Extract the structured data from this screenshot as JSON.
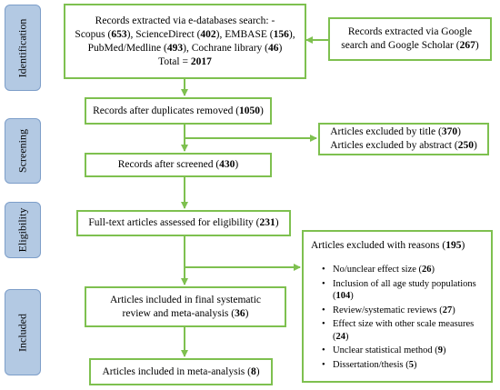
{
  "stages": {
    "identification": "Identification",
    "screening": "Screening",
    "eligibility": "Eligibility",
    "included": "Included"
  },
  "box_db": {
    "l1a": "Records extracted via e-databases search: -",
    "scopus": "Scopus (",
    "scopus_n": "653",
    "scopus_close": "), ",
    "sd": "ScienceDirect (",
    "sd_n": "402",
    "sd_close": "), ",
    "embase": "EMBASE (",
    "embase_n": "156",
    "embase_close": "),",
    "pubmed": "PubMed/Medline (",
    "pubmed_n": "493",
    "pubmed_close": "), ",
    "cochrane": "Cochrane library (",
    "cochrane_n": "46",
    "cochrane_close": ")",
    "total": "Total = ",
    "total_n": "2017"
  },
  "box_google": {
    "l1": "Records extracted via Google",
    "l2": "search and Google Scholar (",
    "n": "267",
    "close": ")"
  },
  "box_dup": {
    "text": "Records after duplicates removed (",
    "n": "1050",
    "close": ")"
  },
  "box_excl_title": {
    "l1": "Articles excluded by title (",
    "n1": "370",
    "c1": ")",
    "l2": "Articles excluded by abstract (",
    "n2": "250",
    "c2": ")"
  },
  "box_screened": {
    "text": "Records after screened (",
    "n": "430",
    "close": ")"
  },
  "box_fulltext": {
    "text": "Full-text articles assessed for eligibility (",
    "n": "231",
    "close": ")"
  },
  "box_reasons": {
    "title": "Articles excluded with reasons (",
    "n": "195",
    "close": ")",
    "items": [
      {
        "text": "No/unclear effect size (",
        "n": "26",
        "close": ")"
      },
      {
        "text": "Inclusion of all age study populations (",
        "n": "104",
        "close": ")"
      },
      {
        "text": "Review/systematic reviews (",
        "n": "27",
        "close": ")"
      },
      {
        "text": "Effect size with other scale measures (",
        "n": "24",
        "close": ")"
      },
      {
        "text": "Unclear statistical method (",
        "n": "9",
        "close": ")"
      },
      {
        "text": "Dissertation/thesis (",
        "n": "5",
        "close": ")"
      }
    ]
  },
  "box_systematic": {
    "l1": "Articles included in final systematic",
    "l2": "review and meta-analysis (",
    "n": "36",
    "close": ")"
  },
  "box_meta": {
    "text": "Articles included in meta-analysis (",
    "n": "8",
    "close": ")"
  },
  "colors": {
    "box_border": "#7ec04f",
    "stage_fill": "#b3c9e3",
    "stage_border": "#7d9ec9",
    "arrow": "#7ec04f"
  }
}
